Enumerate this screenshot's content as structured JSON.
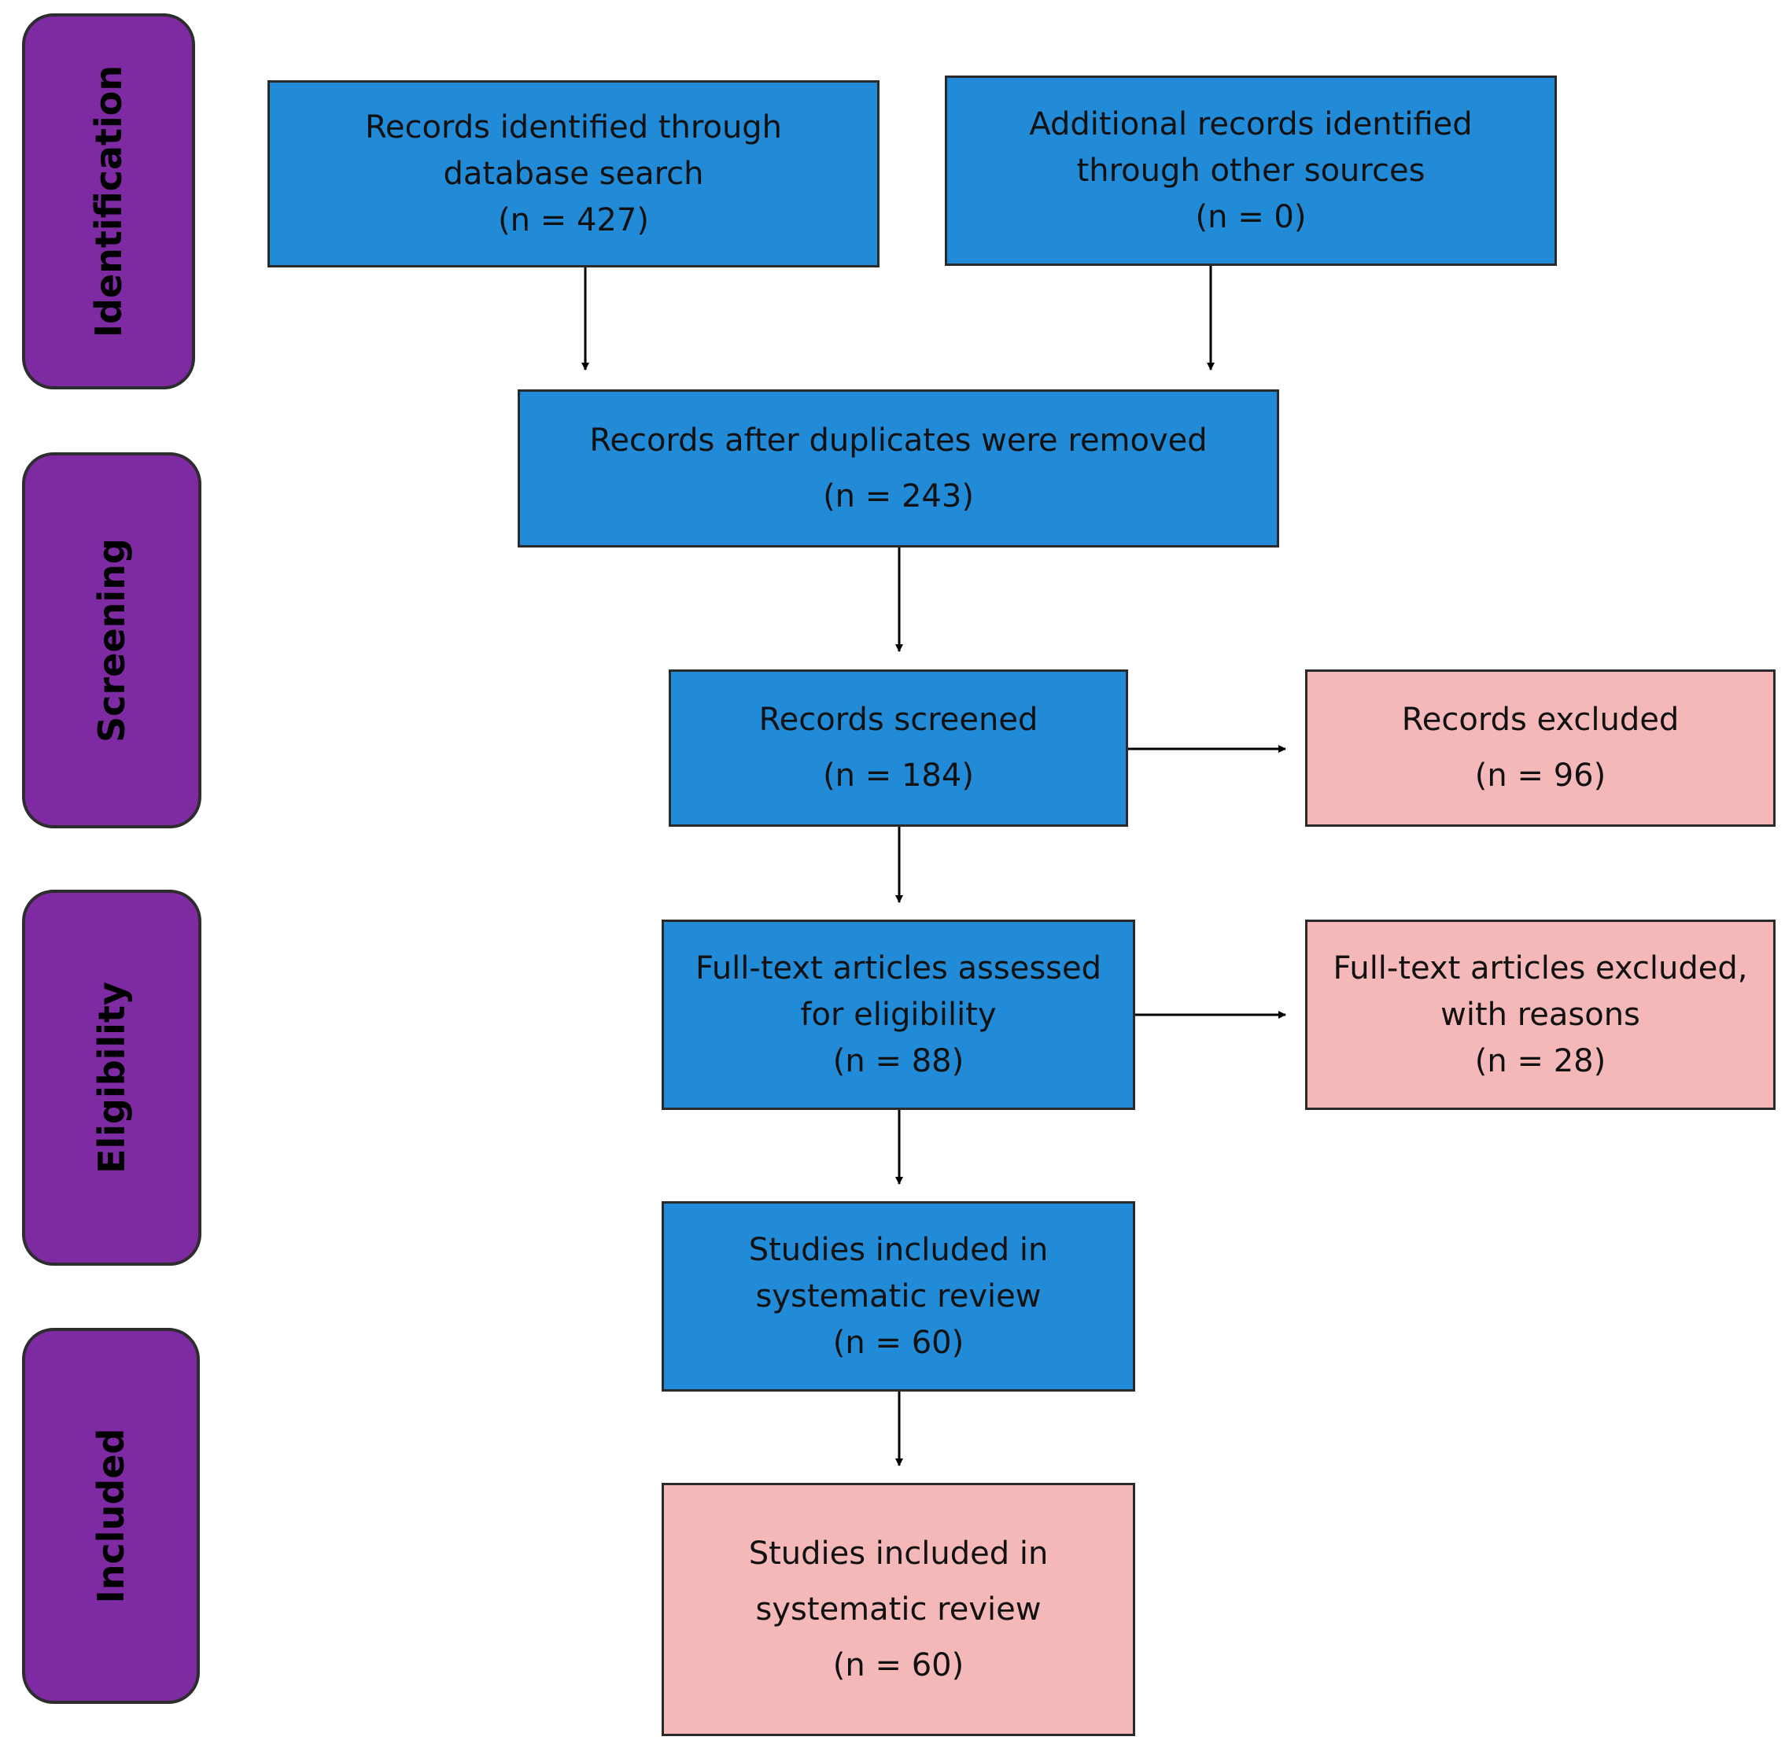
{
  "stages": [
    {
      "id": "identification",
      "label": "Identification"
    },
    {
      "id": "screening",
      "label": "Screening"
    },
    {
      "id": "eligibility",
      "label": "Eligibility"
    },
    {
      "id": "included",
      "label": "Included"
    }
  ],
  "boxes": {
    "database_search": {
      "line1": "Records identified through",
      "line2": "database search",
      "count": "(n = 427)"
    },
    "other_sources": {
      "line1": "Additional records identified",
      "line2": "through other sources",
      "count": "(n = 0)"
    },
    "after_duplicates": {
      "line1": "Records after duplicates were removed",
      "count": "(n = 243)"
    },
    "screened": {
      "line1": "Records screened",
      "count": "(n = 184)"
    },
    "excluded": {
      "line1": "Records excluded",
      "count": "(n = 96)"
    },
    "fulltext_assessed": {
      "line1": "Full-text articles assessed",
      "line2": "for eligibility",
      "count": "(n = 88)"
    },
    "fulltext_excluded": {
      "line1": "Full-text articles excluded,",
      "line2": "with reasons",
      "count": "(n = 28)"
    },
    "included_review": {
      "line1": "Studies included in",
      "line2": "systematic review",
      "count": "(n = 60)"
    },
    "included_final": {
      "line1": "Studies included in",
      "line2": "systematic review",
      "count": "(n = 60)"
    }
  },
  "colors": {
    "stage_fill": "#7e2aa2",
    "process_fill": "#218bd8",
    "excluded_fill": "#f5b8b8",
    "line": "#000000"
  }
}
